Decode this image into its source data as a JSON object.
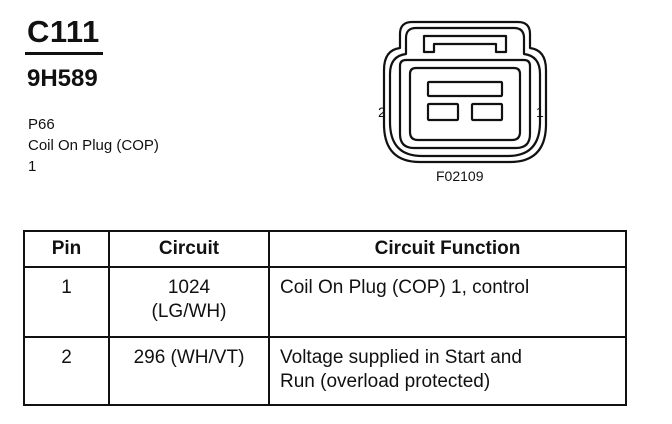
{
  "header": {
    "connector_id": "C111",
    "part_number": "9H589",
    "location_code": "P66",
    "description": "Coil On Plug (COP)",
    "index": "1"
  },
  "connector_diagram": {
    "pin_left_label": "2",
    "pin_right_label": "1",
    "figure_code": "F02109"
  },
  "table": {
    "headers": [
      "Pin",
      "Circuit",
      "Circuit Function"
    ],
    "rows": [
      {
        "pin": "1",
        "circuit_line1": "1024",
        "circuit_line2": "(LG/WH)",
        "function_line1": "Coil On Plug (COP) 1, control",
        "function_line2": ""
      },
      {
        "pin": "2",
        "circuit_line1": "296 (WH/VT)",
        "circuit_line2": "",
        "function_line1": "Voltage supplied in Start and",
        "function_line2": "Run (overload protected)"
      }
    ]
  }
}
